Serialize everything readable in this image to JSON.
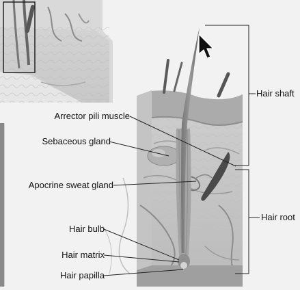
{
  "labels": {
    "arrector_pili_muscle": "Arrector pili muscle",
    "sebaceous_gland": "Sebaceous gland",
    "apocrine_sweat_gland": "Apocrine sweat gland",
    "hair_bulb": "Hair bulb",
    "hair_matrix": "Hair matrix",
    "hair_papilla": "Hair papilla",
    "hair_shaft": "Hair shaft",
    "hair_root": "Hair root"
  },
  "colors": {
    "background": "#f2f2f2",
    "tissue_light": "#d6d6d6",
    "tissue_mid": "#b8b8b8",
    "epidermis": "#a9a9a9",
    "hair": "#5e5e5e",
    "muscle": "#4a4a4a",
    "leader_line": "#222222"
  },
  "cursor": "arrow-cursor-icon"
}
